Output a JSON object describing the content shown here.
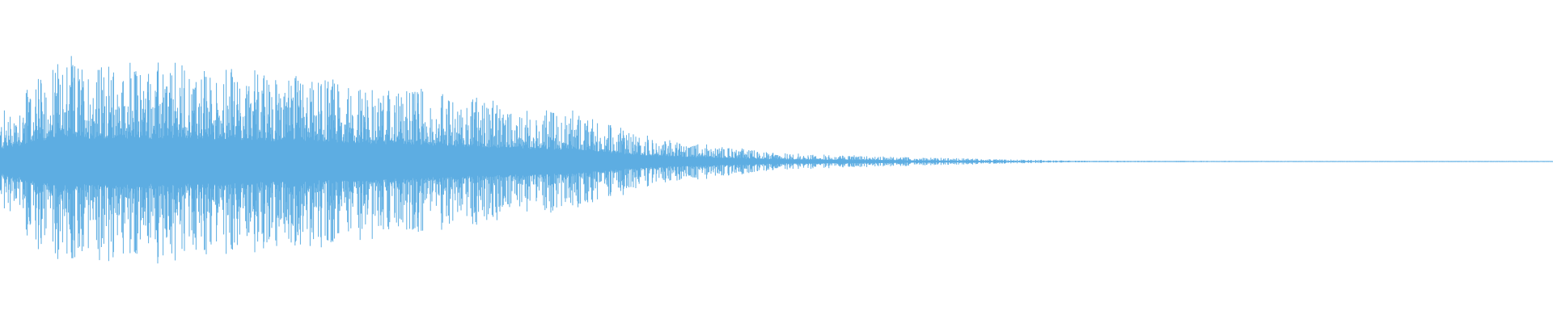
{
  "waveform": {
    "color": "#5dade2",
    "background": "#ffffff",
    "envelope": [
      {
        "t": 0.0,
        "amp": 0.45
      },
      {
        "t": 0.035,
        "amp": 0.95
      },
      {
        "t": 0.12,
        "amp": 0.92
      },
      {
        "t": 0.25,
        "amp": 0.7
      },
      {
        "t": 0.37,
        "amp": 0.45
      },
      {
        "t": 0.42,
        "amp": 0.22
      },
      {
        "t": 0.5,
        "amp": 0.08
      },
      {
        "t": 0.6,
        "amp": 0.035
      },
      {
        "t": 0.69,
        "amp": 0.008
      },
      {
        "t": 1.0,
        "amp": 0.0
      }
    ]
  }
}
